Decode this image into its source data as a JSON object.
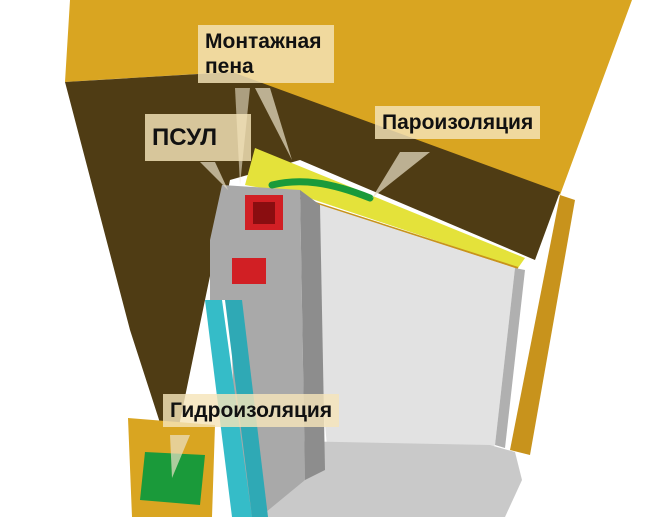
{
  "labels": {
    "foam": "Монтажная пена",
    "foam_line1": "Монтажная",
    "foam_line2": "пена",
    "psul": "ПСУЛ",
    "vapor_barrier": "Пароизоляция",
    "waterproofing": "Гидроизоляция"
  },
  "colors": {
    "wall": "#d9a521",
    "wall_shadow": "#4f3c14",
    "foam": "#e4e23a",
    "reveal": "#dcdcdc",
    "profile": "#b8b8b8",
    "reinforcement": "#d11f24",
    "glass": "#35bcc8",
    "membrane": "#1a9a3a"
  }
}
